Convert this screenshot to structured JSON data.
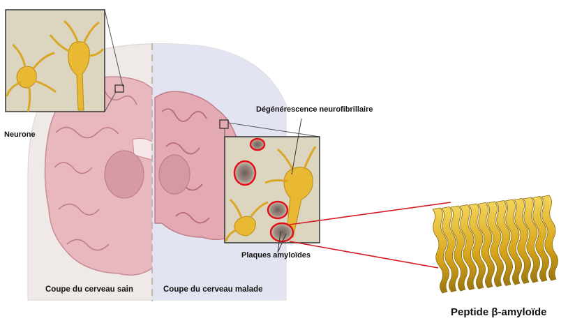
{
  "labels": {
    "neuron": "Neurone",
    "neurofibrillary": "Dégénérescence neurofibrillaire",
    "plaques": "Plaques amyloïdes",
    "healthy": "Coupe du cerveau sain",
    "diseased": "Coupe du cerveau malade",
    "peptide": "Peptide β-amyloïde"
  },
  "colors": {
    "healthy_brain": "#e9b8bf",
    "diseased_brain": "#e3aab3",
    "diseased_bg": "#e3e4f1",
    "skull": "#efeae8",
    "neuron": "#e9b934",
    "inset_bg": "#dcd5bf",
    "plaque_ring": "#e0101c",
    "connector": "#d51a21",
    "peptide": "#d9a820"
  }
}
